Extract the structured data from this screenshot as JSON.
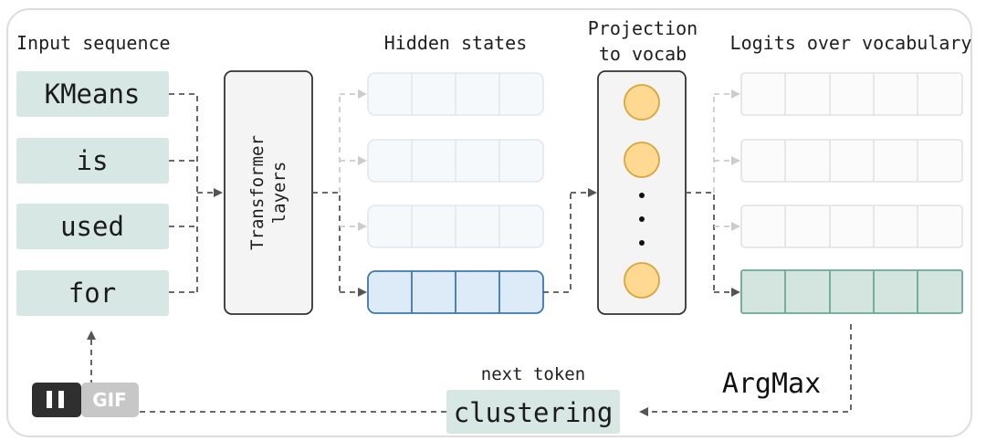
{
  "labels": {
    "input_sequence": "Input sequence",
    "hidden_states": "Hidden states",
    "projection_line1": "Projection",
    "projection_line2": "to vocab",
    "logits": "Logits over vocabulary",
    "transformer_line1": "Transformer",
    "transformer_line2": "layers",
    "argmax": "ArgMax",
    "next_token": "next token",
    "gif": "GIF"
  },
  "input_tokens": [
    "KMeans",
    "is",
    "used",
    "for"
  ],
  "output_token": "clustering",
  "colors": {
    "token_fill": "#d7e7e3",
    "hidden_faded_fill": "#f6f9fc",
    "hidden_faded_stroke": "#dfe8f0",
    "hidden_active_fill": "#dcebf7",
    "hidden_active_stroke": "#3f78aa",
    "logit_faded_fill": "#fbfbfb",
    "logit_faded_stroke": "#e2e2e2",
    "logit_active_fill": "#d4e5df",
    "logit_active_stroke": "#6aa895",
    "vocab_circle_fill": "#ffd891",
    "vocab_circle_stroke": "#d8a73b",
    "panel_fill": "#f4f4f4",
    "arrow": "#555555",
    "arrow_faded": "#cccccc"
  }
}
